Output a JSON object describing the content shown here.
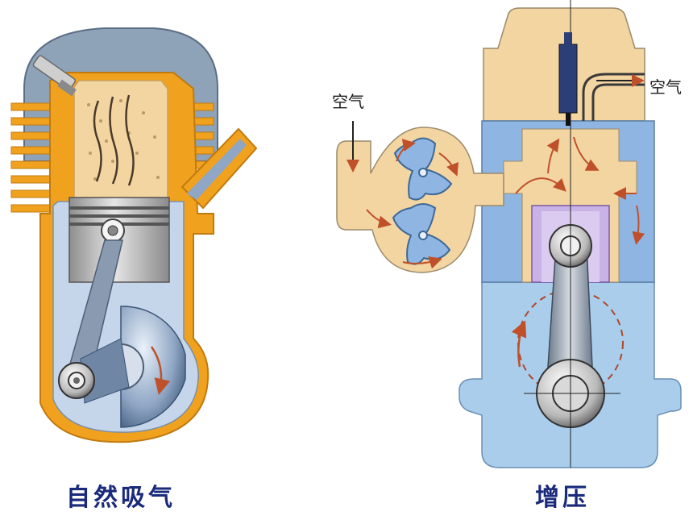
{
  "left_engine": {
    "caption": "自然吸气"
  },
  "right_engine": {
    "caption": "增压",
    "air_in_label": "空气",
    "air_out_label": "空气"
  },
  "colors": {
    "engine_orange": "#F0A21E",
    "fuel_charge": "#F3D5A2",
    "cylinder_blue": "#8FB6E2",
    "crankcase_blue": "#A9CDEB",
    "piston_gray": "#BDBDBD",
    "caption_navy": "#1A2A7A",
    "flow_arrow": "#C0502A"
  }
}
